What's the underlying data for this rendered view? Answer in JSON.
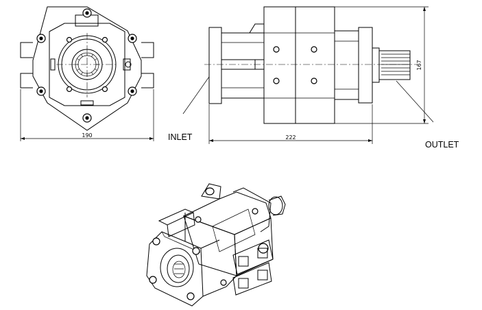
{
  "labels": {
    "inlet": "INLET",
    "outlet": "OUTLET"
  },
  "dimensions": {
    "front_width": "190",
    "side_length": "222",
    "side_height": "167"
  }
}
